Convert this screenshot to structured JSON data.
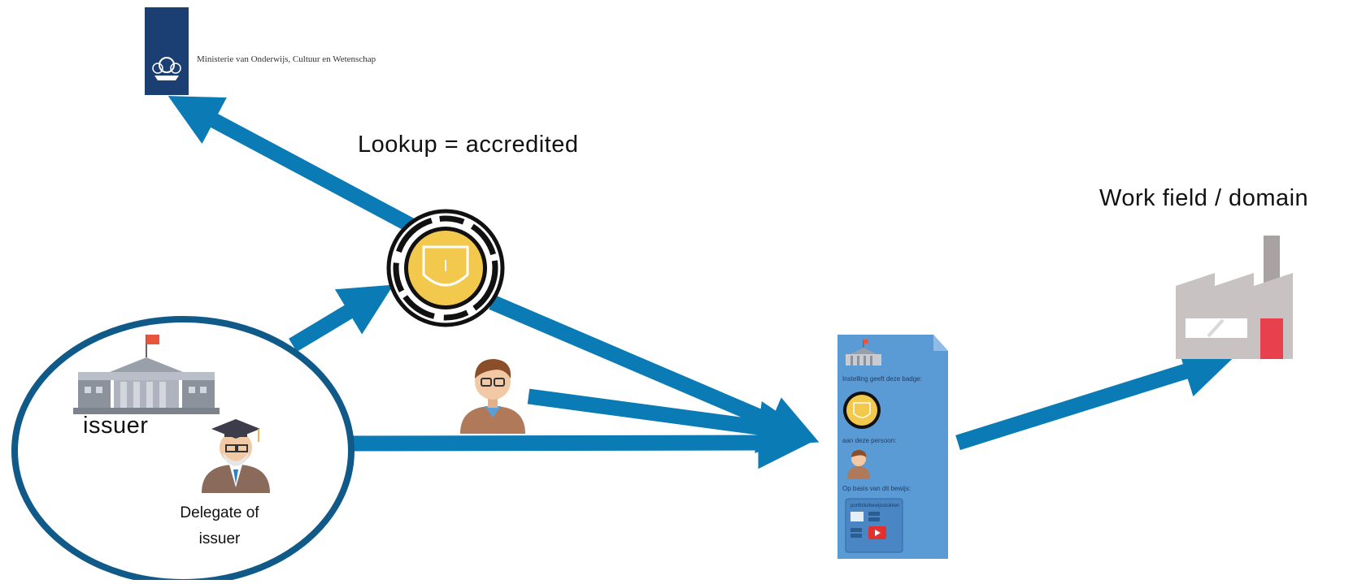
{
  "labels": {
    "lookup": "Lookup = accredited",
    "work_field": "Work field / domain",
    "issuer": "issuer",
    "delegate": "Delegate of issuer"
  },
  "ministry": {
    "name": "Ministerie van Onderwijs, Cultuur en Wetenschap"
  },
  "badge_document": {
    "line1": "Instelling geeft deze badge:",
    "line2": "aan deze persoon:",
    "line3": "Op basis van dit bewijs:",
    "line4": "portfolio/bewijsstukken"
  },
  "colors": {
    "arrow": "#0a7bb5",
    "ellipse": "#0f5a88",
    "ministry_blue": "#1b3f72",
    "document": "#5b9bd5",
    "badge_gold": "#f2c94c",
    "factory_gray": "#c8c2c2",
    "factory_red": "#e8414d",
    "flag": "#e8553d"
  },
  "icons": [
    "ministry-logo-icon",
    "badge-icon",
    "university-building-icon",
    "graduate-person-icon",
    "learner-person-icon",
    "badge-document-icon",
    "factory-icon"
  ]
}
